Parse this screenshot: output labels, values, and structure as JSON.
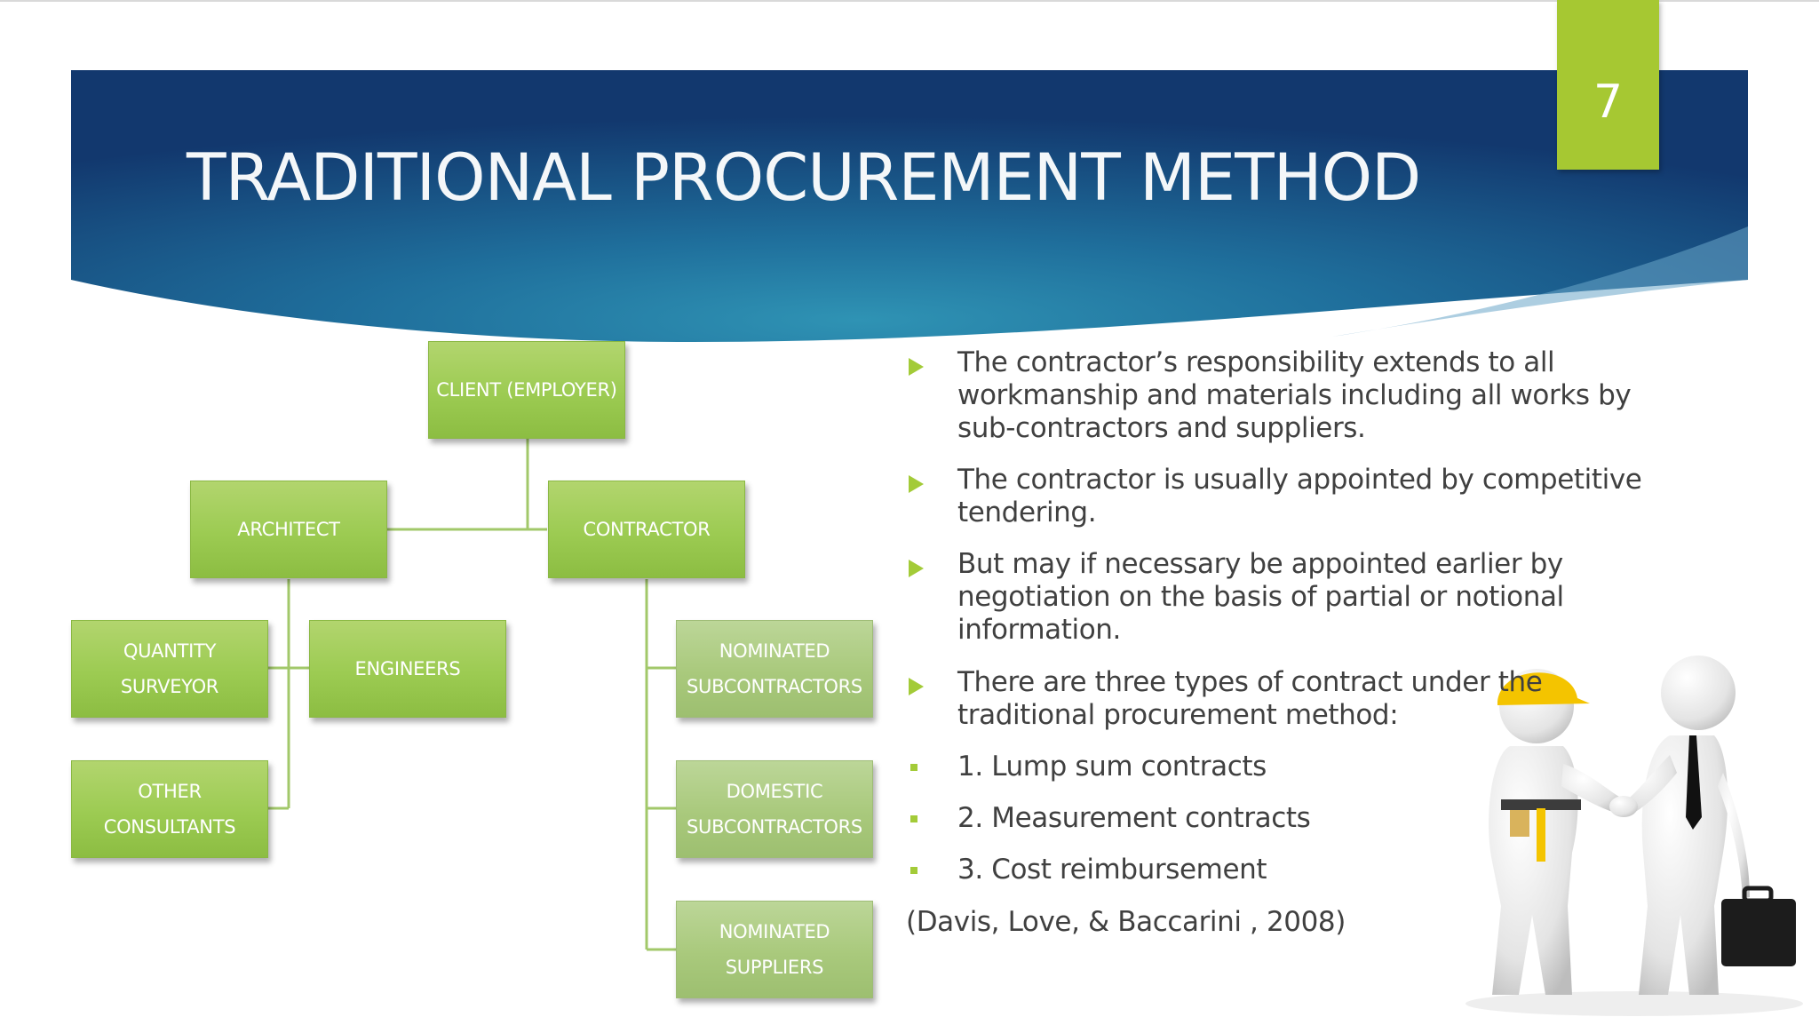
{
  "slide": {
    "title": "TRADITIONAL PROCUREMENT METHOD",
    "page_number": "7",
    "colors": {
      "banner_dark": "#14457a",
      "banner_light": "#2c8fb1",
      "accent": "#a6c832",
      "box_green": "#9ccb52",
      "text": "#404040"
    }
  },
  "org_chart": {
    "client": "CLIENT (EMPLOYER)",
    "architect": "ARCHITECT",
    "contractor": "CONTRACTOR",
    "quantity_surveyor": [
      "QUANTITY",
      "SURVEYOR"
    ],
    "engineers": "ENGINEERS",
    "other_consultants": [
      "OTHER",
      "CONSULTANTS"
    ],
    "nominated_subcontractors": [
      "NOMINATED",
      "SUBCONTRACTORS"
    ],
    "domestic_subcontractors": [
      "DOMESTIC",
      "SUBCONTRACTORS"
    ],
    "nominated_suppliers": [
      "NOMINATED",
      "SUPPLIERS"
    ]
  },
  "bullets": [
    "The contractor’s responsibility extends to all workmanship and materials including all works by sub-contractors and suppliers.",
    "The contractor is usually appointed by competitive tendering.",
    "But may if necessary be appointed earlier by negotiation on the basis of partial or notional information.",
    "There are three types of contract under the traditional procurement method:"
  ],
  "contract_types": [
    "1. Lump sum contracts",
    "2. Measurement contracts",
    "3. Cost reimbursement"
  ],
  "citation": "(Davis, Love, & Baccarini , 2008)",
  "illustration": {
    "icon": "handshake-figures-icon"
  }
}
